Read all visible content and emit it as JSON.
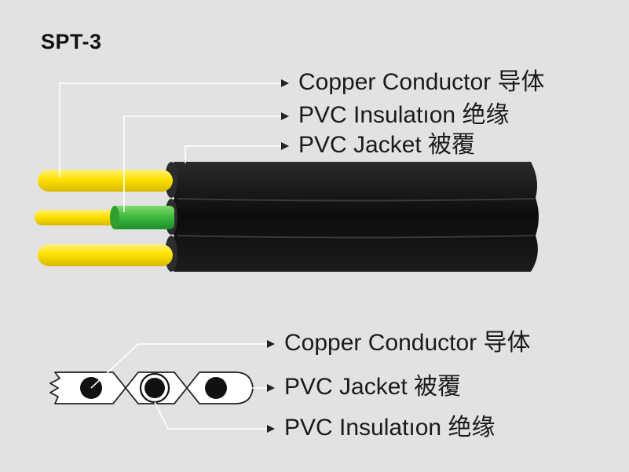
{
  "title": "SPT-3",
  "top_labels": {
    "conductor": "Copper Conductor 导体",
    "insulation": "PVC Insulatıon 绝缘",
    "jacket": "PVC Jacket 被覆"
  },
  "bottom_labels": {
    "conductor": "Copper Conductor 导体",
    "jacket": "PVC Jacket 被覆",
    "insulation": "PVC Insulatıon 绝缘"
  },
  "colors": {
    "background": "#e2e2e2",
    "conductor": "#ffe100",
    "insulation": "#3cb83c",
    "jacket": "#111111",
    "leader": "#ffffff"
  }
}
